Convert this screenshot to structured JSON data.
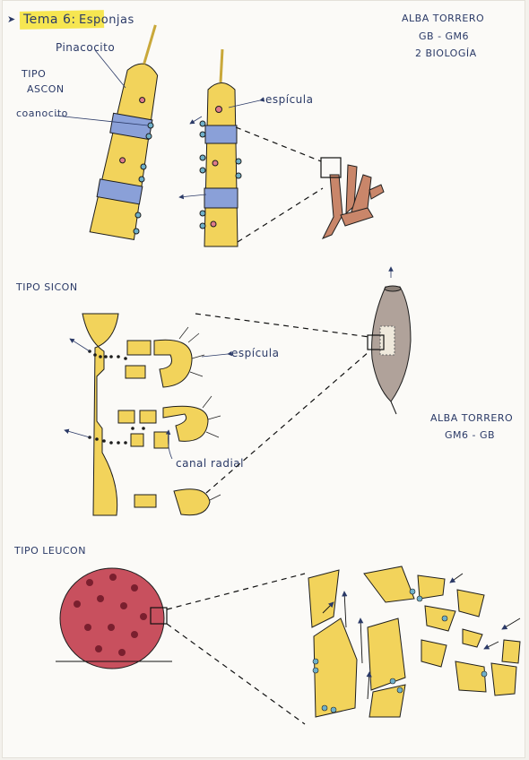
{
  "header": {
    "title": "Tema 6:",
    "title_rest": "Esponjas",
    "author": "ALBA TORRERO",
    "group": "GB - GM6",
    "course": "2 BIOLOGÍA"
  },
  "ascon": {
    "type_label_1": "TIPO",
    "type_label_2": "ASCON",
    "pinacocito_label": "Pinacocito",
    "coanocito_label": "coanocito",
    "espicula_label": "espícula"
  },
  "sicon": {
    "type_label": "TIPO SICON",
    "espicula_label": "espícula",
    "canal_label": "canal radial",
    "author": "ALBA TORRERO",
    "group": "GM6 - GB"
  },
  "leucon": {
    "type_label": "TIPO LEUCON"
  },
  "colors": {
    "ink": "#2b3a67",
    "yellow": "#f2d35b",
    "blue_band": "#8aa0d8",
    "sponge_brown": "#c9866a",
    "sponge_grey": "#b0a29a",
    "sponge_red": "#c8505e",
    "highlight": "#f6e651"
  }
}
